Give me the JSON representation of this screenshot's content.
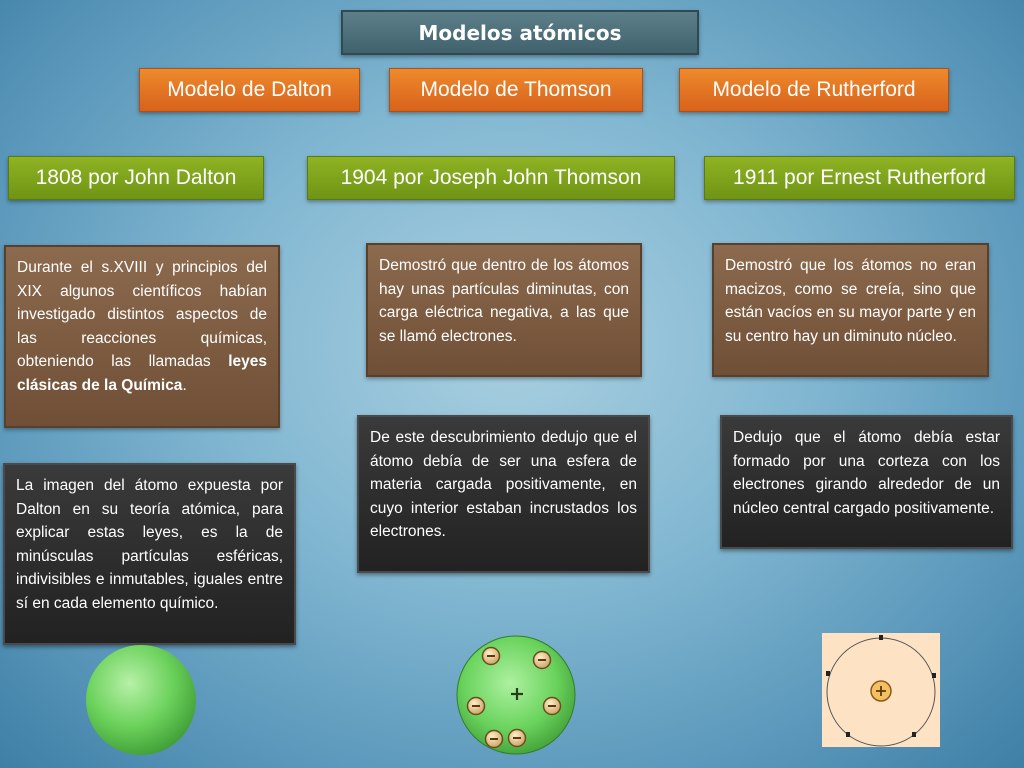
{
  "title": "Modelos atómicos",
  "models": [
    {
      "name": "Modelo de Dalton",
      "date": "1808 por John Dalton",
      "text1_before": "Durante el s.XVIII y principios del XIX algunos científicos habían investigado distintos aspectos de las reacciones químicas, obteniendo las llamadas ",
      "text1_bold": "leyes clásicas de la Química",
      "text1_after": ".",
      "text2": "La imagen del átomo expuesta por Dalton en su teoría atómica, para explicar estas leyes, es la de minúsculas partículas esféricas, indivisibles e inmutables, iguales entre sí en cada elemento químico."
    },
    {
      "name": "Modelo de Thomson",
      "date": "1904 por Joseph John Thomson",
      "text1": "Demostró que dentro de los átomos hay unas partículas diminutas, con carga eléctrica negativa, a las que se llamó electrones.",
      "text2": "De este descubrimiento dedujo que el átomo debía de ser una esfera de materia cargada positivamente, en cuyo interior estaban incrustados los electrones."
    },
    {
      "name": "Modelo de Rutherford",
      "date": "1911 por Ernest Rutherford",
      "text1": "Demostró que los átomos no eran macizos, como se creía, sino que están vacíos en su mayor parte y en su centro hay un diminuto núcleo.",
      "text2": "Dedujo que el átomo debía estar formado por una corteza con los electrones girando alrededor de un núcleo central cargado positivamente."
    }
  ],
  "colors": {
    "orange": "#e47a25",
    "green": "#7fa31c",
    "brown": "#7a5a40",
    "dark": "#2c2c2c",
    "title": "#4e707a"
  },
  "icons": [
    "dalton-atom-icon",
    "thomson-atom-icon",
    "rutherford-atom-icon"
  ]
}
